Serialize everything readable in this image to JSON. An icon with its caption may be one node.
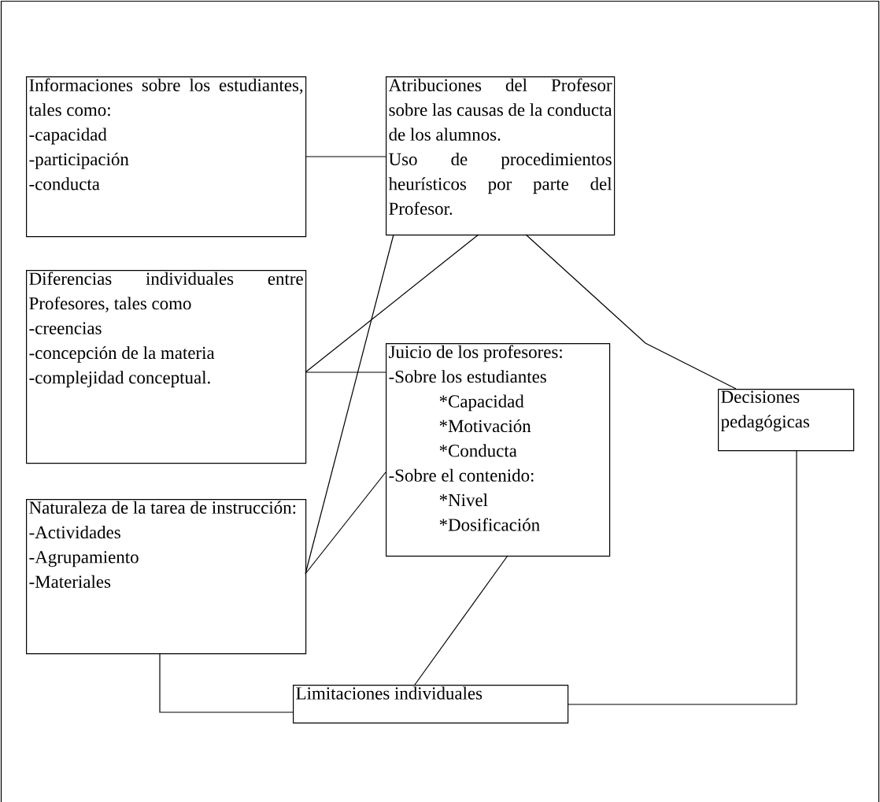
{
  "diagram": {
    "nodes": [
      {
        "text": [
          "Informaciones sobre los estudiantes, tales como:",
          "-capacidad",
          "-participación",
          "-conducta"
        ]
      },
      {
        "text": [
          "Atribuciones del Profesor sobre las causas de la conducta de los alumnos.",
          "Uso de procedimientos heurísticos por parte del Profesor."
        ]
      },
      {
        "text": [
          "Diferencias individuales entre Profesores, tales como",
          "-creencias",
          "-concepción de la materia",
          "-complejidad conceptual."
        ]
      },
      {
        "text": [
          "Juicio de los profesores:",
          "-Sobre los estudiantes",
          "*Capacidad",
          "*Motivación",
          "*Conducta",
          "-Sobre el contenido:",
          "*Nivel",
          "*Dosificación"
        ]
      },
      {
        "text": [
          "Decisiones pedagógicas"
        ]
      },
      {
        "text": [
          "Naturaleza de la tarea de instrucción:",
          "-Actividades",
          "-Agrupamiento",
          "-Materiales"
        ]
      },
      {
        "text": [
          "Limitaciones individuales"
        ]
      }
    ],
    "edges": [
      {
        "from": 0,
        "to": 1,
        "arrow": "none"
      },
      {
        "from": 1,
        "to": 2,
        "arrow": "none"
      },
      {
        "from": 2,
        "to": 3,
        "arrow": "none"
      },
      {
        "from": 1,
        "to": 5,
        "arrow": "none"
      },
      {
        "from": 5,
        "to": 3,
        "arrow": "none"
      },
      {
        "from": 1,
        "to": 4,
        "arrow": "none"
      },
      {
        "from": 3,
        "to": 6,
        "arrow": "none"
      },
      {
        "from": 5,
        "to": 6,
        "arrow": "none"
      },
      {
        "from": 4,
        "to": 6,
        "arrow": "none"
      }
    ]
  }
}
